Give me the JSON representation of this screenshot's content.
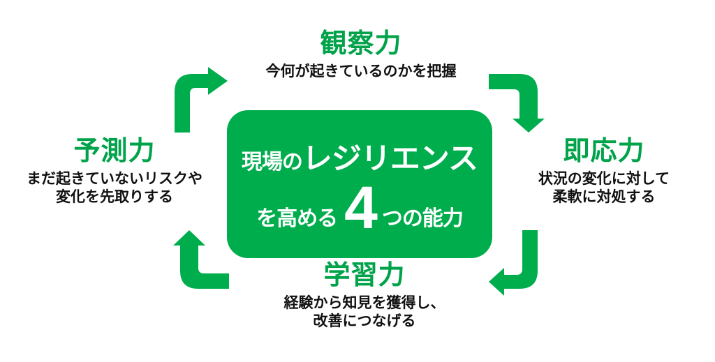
{
  "diagram": {
    "title": "現場のレジリエンスを高める4つの能力",
    "accent_green": "#00ad4d",
    "heading_green": "#00a34a",
    "body_black": "#111111",
    "background": "#ffffff",
    "cycle_direction": "clockwise"
  },
  "center": {
    "line1_small": "現場の",
    "line1_large": "レジリエンス",
    "line2_prefix": "を高める",
    "number": "4",
    "line2_suffix": "つの能力"
  },
  "capabilities": {
    "top": {
      "position": "top",
      "title": "観察力",
      "desc_line1": "今何が起きているのかを把握",
      "desc_line2": ""
    },
    "right": {
      "position": "right",
      "title": "即応力",
      "desc_line1": "状況の変化に対して",
      "desc_line2": "柔軟に対処する"
    },
    "bottom": {
      "position": "bottom",
      "title": "学習力",
      "desc_line1": "経験から知見を獲得し、",
      "desc_line2": "改善につなげる"
    },
    "left": {
      "position": "left",
      "title": "予測力",
      "desc_line1": "まだ起きていないリスクや",
      "desc_line2": "変化を先取りする"
    }
  },
  "arrows": [
    {
      "name": "arrow-left-to-top",
      "from": "予測力",
      "to": "観察力",
      "direction": "up-then-right"
    },
    {
      "name": "arrow-top-to-right",
      "from": "観察力",
      "to": "即応力",
      "direction": "right-then-down"
    },
    {
      "name": "arrow-right-to-bottom",
      "from": "即応力",
      "to": "学習力",
      "direction": "down-then-left"
    },
    {
      "name": "arrow-bottom-to-left",
      "from": "学習力",
      "to": "予測力",
      "direction": "left-then-up"
    }
  ]
}
